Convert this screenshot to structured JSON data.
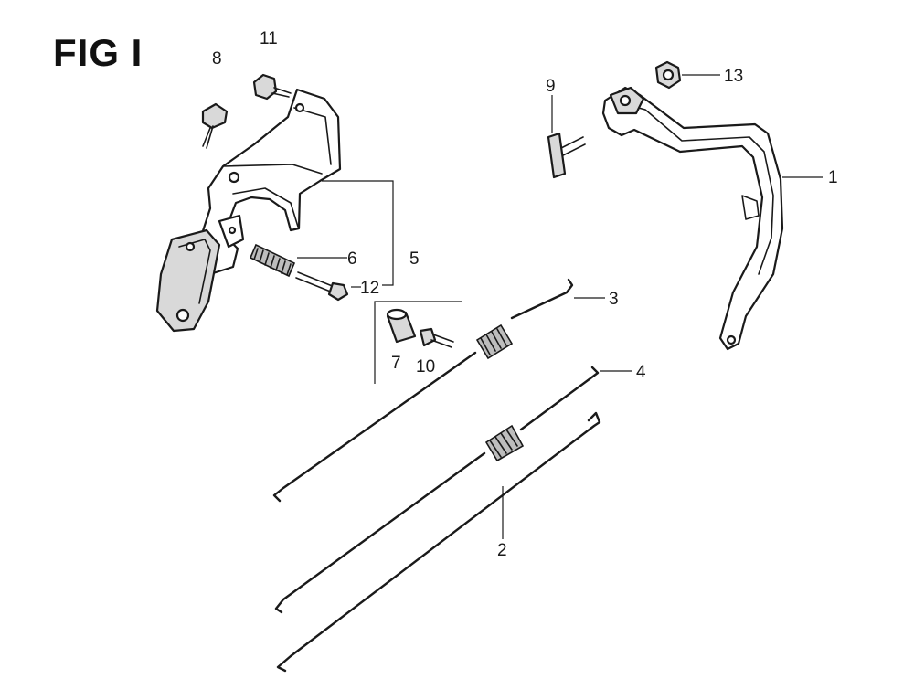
{
  "figure": {
    "title": "FIG I"
  },
  "callouts": {
    "c1": "1",
    "c2": "2",
    "c3": "3",
    "c4": "4",
    "c5": "5",
    "c6": "6",
    "c7": "7",
    "c8": "8",
    "c9": "9",
    "c10": "10",
    "c11": "11",
    "c12": "12",
    "c13": "13"
  }
}
